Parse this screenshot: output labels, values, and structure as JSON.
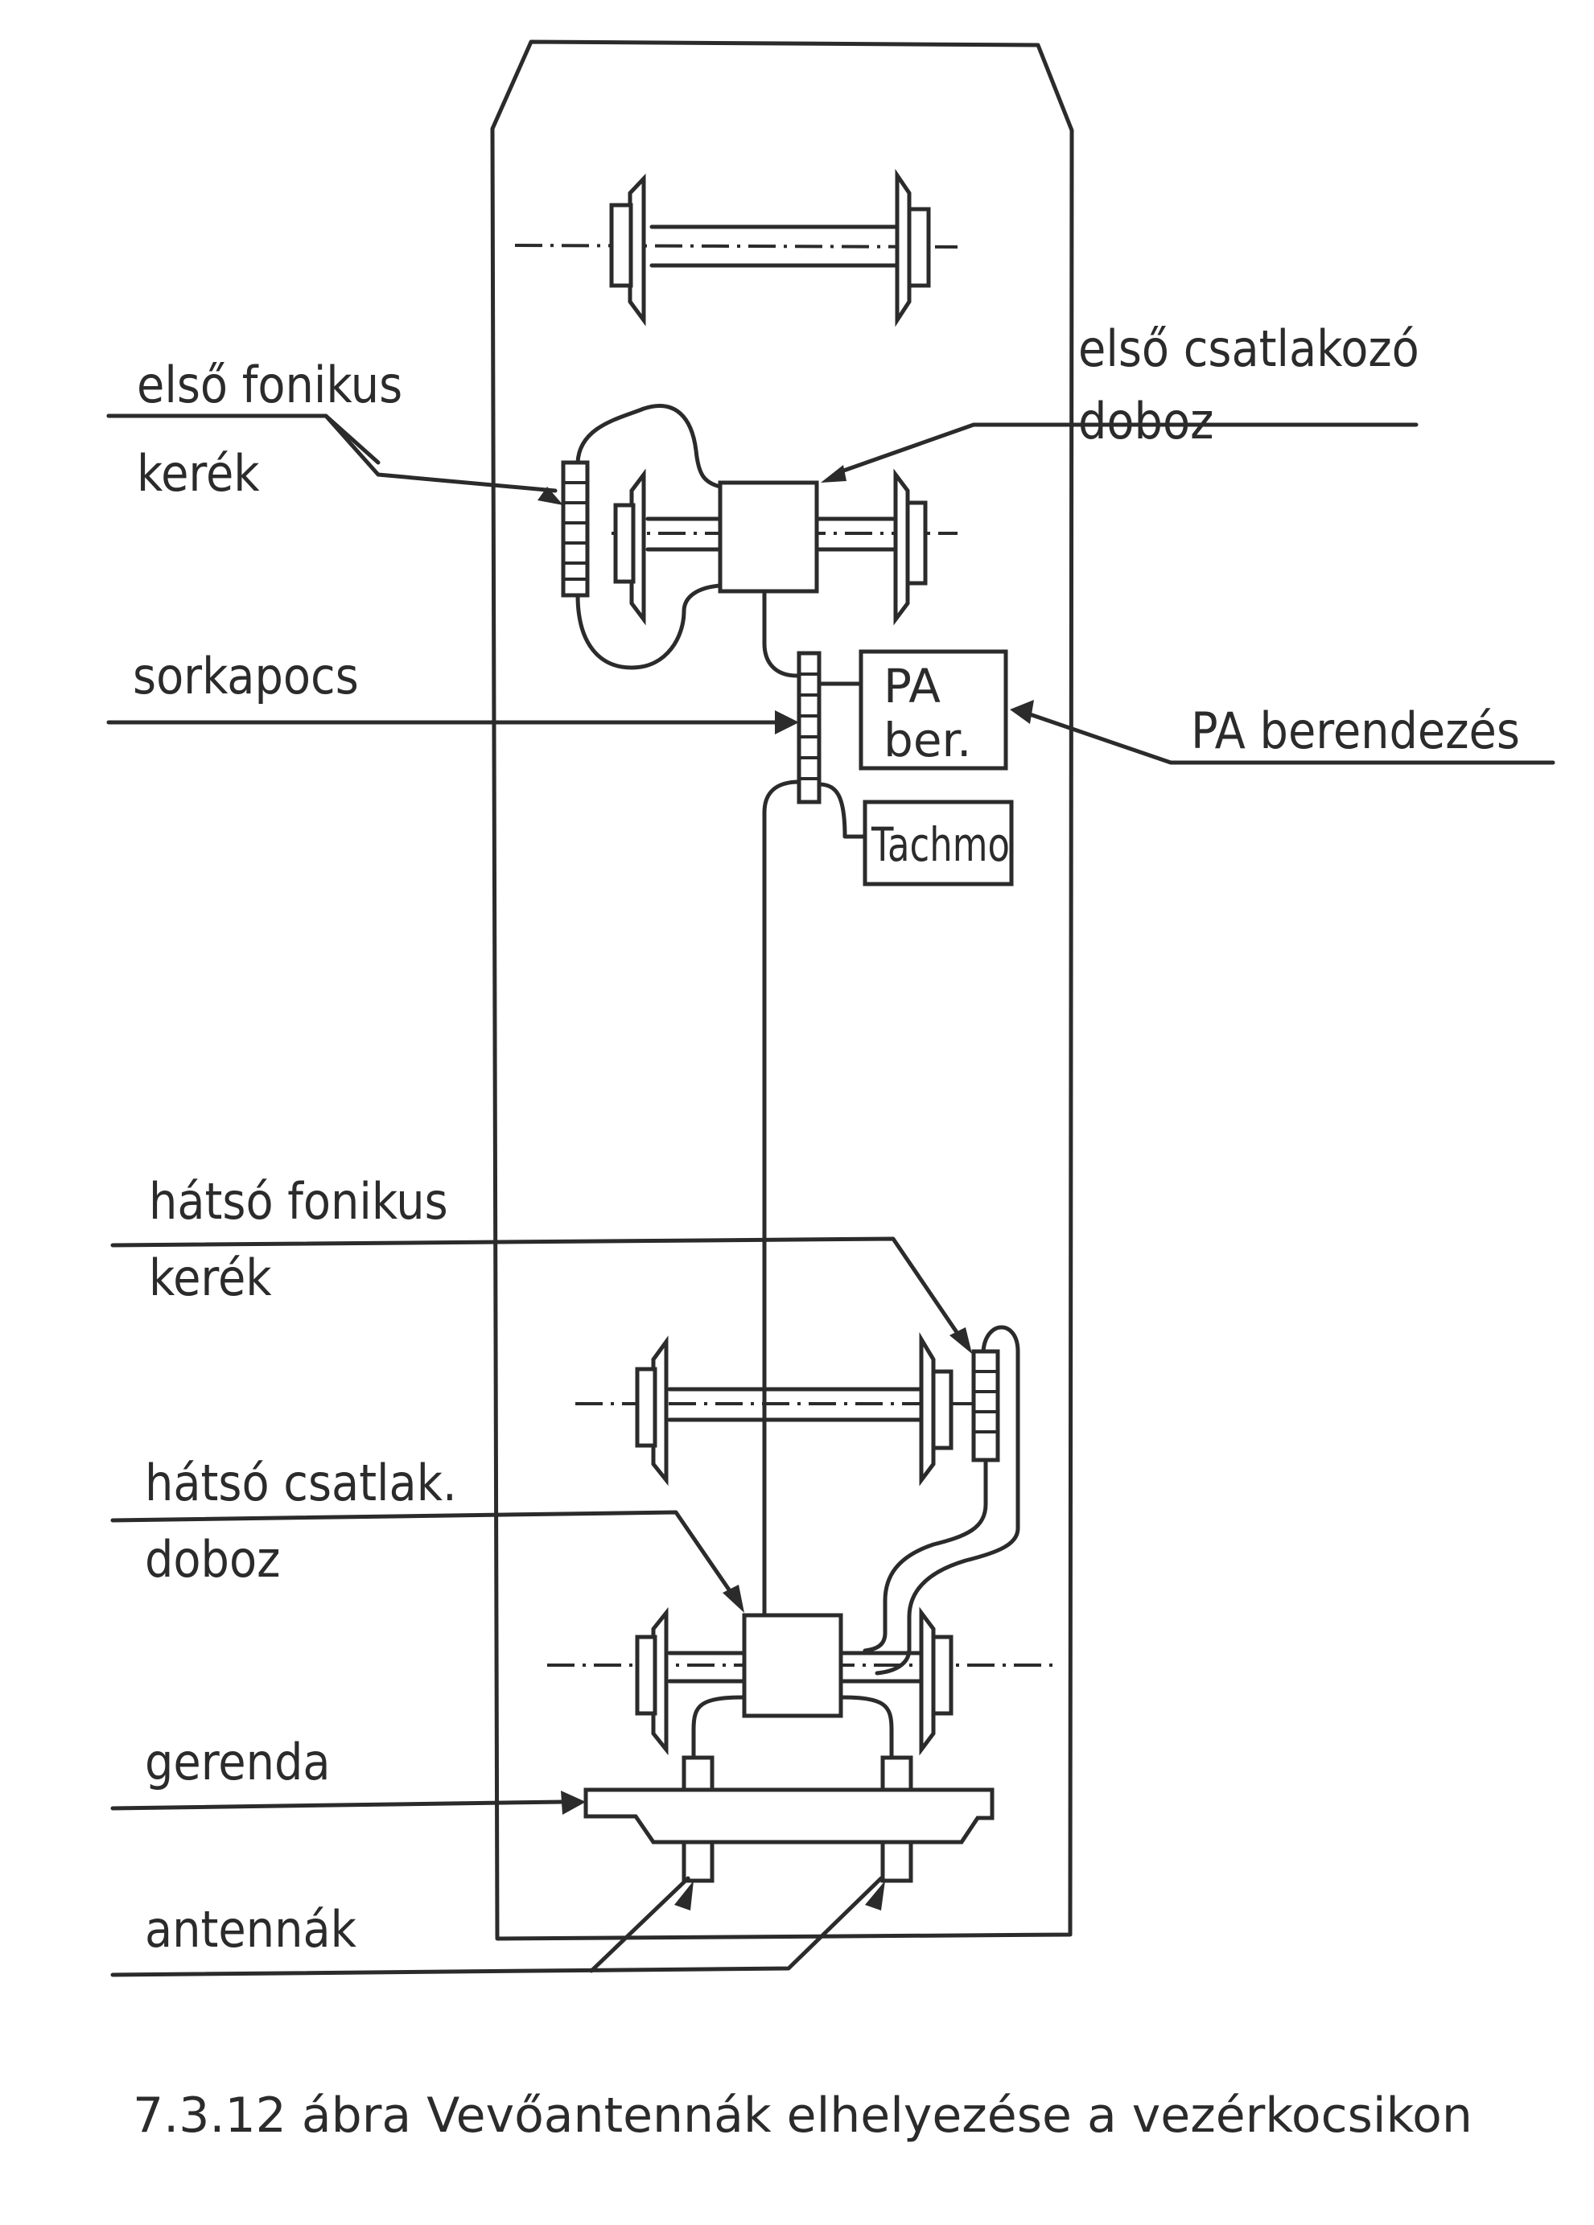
{
  "figure": {
    "caption": "7.3.12 ábra Vevőantennák elhelyezése a vezérkocsikon",
    "labels": {
      "front_phonic_wheel_line1": "első fonikus",
      "front_phonic_wheel_line2": "kerék",
      "front_connector_box_line1": "első csatlakozó",
      "front_connector_box_line2": "doboz",
      "terminal_block": "sorkapocs",
      "pa_equipment": "PA berendezés",
      "rear_phonic_wheel_line1": "hátsó fonikus",
      "rear_phonic_wheel_line2": "kerék",
      "rear_connector_box_line1": "hátsó csatlak.",
      "rear_connector_box_line2": "doboz",
      "beam": "gerenda",
      "antennas": "antennák"
    },
    "boxes": {
      "pa_box_line1": "PA",
      "pa_box_line2": "ber.",
      "tachometer_box": "Tachmo"
    }
  }
}
